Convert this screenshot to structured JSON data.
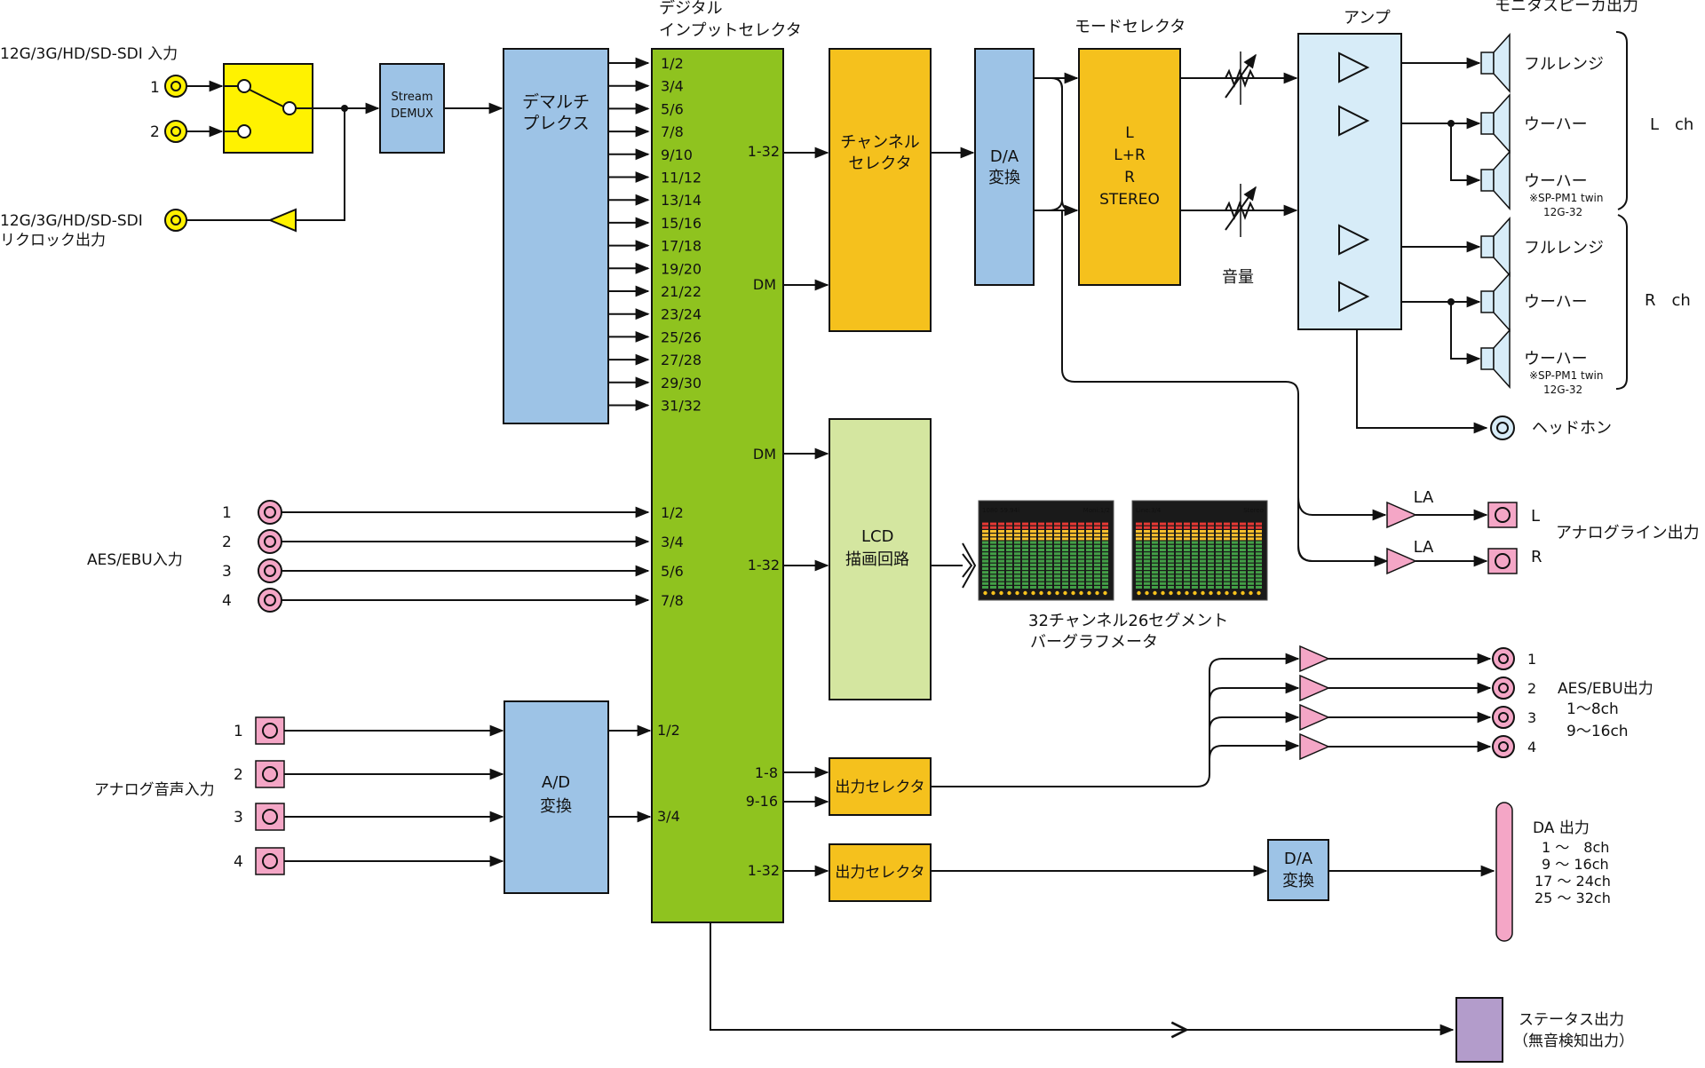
{
  "colors": {
    "blue": "#9dc3e6",
    "green": "#8fc31f",
    "orange": "#f5c11d",
    "lightgreen": "#d4e6a0",
    "yellow": "#fff200",
    "pink": "#f4a6c6",
    "lightblue": "#d7ecf8",
    "purple": "#b39ccb",
    "lcd_bg": "#1a1a1a"
  },
  "sdi": {
    "input_label": "12G/3G/HD/SD-SDI 入力",
    "input_1": "1",
    "input_2": "2",
    "reclock_label_1": "12G/3G/HD/SD-SDI",
    "reclock_label_2": "リクロック出力"
  },
  "stream_demux": {
    "line1": "Stream",
    "line2": "DEMUX"
  },
  "demultiplex": {
    "line1": "デマルチ",
    "line2": "プレクス"
  },
  "selector": {
    "title_1": "デジタル",
    "title_2": "インプットセレクタ",
    "sdi_channels": [
      "1/2",
      "3/4",
      "5/6",
      "7/8",
      "9/10",
      "11/12",
      "13/14",
      "15/16",
      "17/18",
      "19/20",
      "21/22",
      "23/24",
      "25/26",
      "27/28",
      "29/30",
      "31/32"
    ],
    "out_1_32": "1-32",
    "out_dm": "DM",
    "out_dm2": "DM",
    "out_1_32_b": "1-32",
    "aes_channels": [
      "1/2",
      "3/4",
      "5/6",
      "7/8"
    ],
    "ad_channels": [
      "1/2",
      "3/4"
    ],
    "out_1_8": "1-8",
    "out_9_16": "9-16",
    "out_1_32_c": "1-32"
  },
  "channel_selector": {
    "line1": "チャンネル",
    "line2": "セレクタ"
  },
  "da_convert": {
    "line1": "D/A",
    "line2": "変換"
  },
  "mode_selector": {
    "title": "モードセレクタ",
    "modes": [
      "L",
      "L+R",
      "R",
      "STEREO"
    ]
  },
  "volume_label": "音量",
  "amp": {
    "title": "アンプ"
  },
  "monitor": {
    "title": "モニタスピーカ出力",
    "l_full": "フルレンジ",
    "l_woofer": "ウーハー",
    "l_woofer2": "ウーハー",
    "l_note_1": "※SP-PM1 twin",
    "l_note_2": "12G-32",
    "r_full": "フルレンジ",
    "r_woofer": "ウーハー",
    "r_woofer2": "ウーハー",
    "r_note_1": "※SP-PM1 twin",
    "r_note_2": "12G-32",
    "l_ch": "L　ch",
    "r_ch": "R　ch"
  },
  "headphone": "ヘッドホン",
  "analog_line": {
    "la1": "LA",
    "la2": "LA",
    "l": "L",
    "r": "R",
    "label": "アナログライン出力"
  },
  "lcd": {
    "line1": "LCD",
    "line2": "描画回路"
  },
  "lcd_screens": [
    {
      "left": "1080 59.94i",
      "right": "Moni:1/2"
    },
    {
      "left": "Line:3/4",
      "right": "Stereo"
    }
  ],
  "bargraph": {
    "line1": "32チャンネル26セグメント",
    "line2": "バーグラフメータ"
  },
  "aes_in": {
    "label": "AES/EBU入力",
    "nums": [
      "1",
      "2",
      "3",
      "4"
    ]
  },
  "analog_in": {
    "label": "アナログ音声入力",
    "nums": [
      "1",
      "2",
      "3",
      "4"
    ]
  },
  "ad": {
    "line1": "A/D",
    "line2": "変換",
    "nums": [
      "1",
      "2",
      "3",
      "4"
    ]
  },
  "out_selector_1": "出力セレクタ",
  "out_selector_2": "出力セレクタ",
  "aes_out": {
    "nums": [
      "1",
      "2",
      "3",
      "4"
    ],
    "label": "AES/EBU出力",
    "range1": "1〜8ch",
    "range2": "9〜16ch"
  },
  "da_convert_2": {
    "line1": "D/A",
    "line2": "変換"
  },
  "da_out": {
    "title": "DA 出力",
    "ranges": [
      "1 〜　8ch",
      "9 〜 16ch",
      "17 〜 24ch",
      "25 〜 32ch"
    ]
  },
  "status_out": {
    "line1": "ステータス出力",
    "line2": "（無音検知出力）"
  }
}
